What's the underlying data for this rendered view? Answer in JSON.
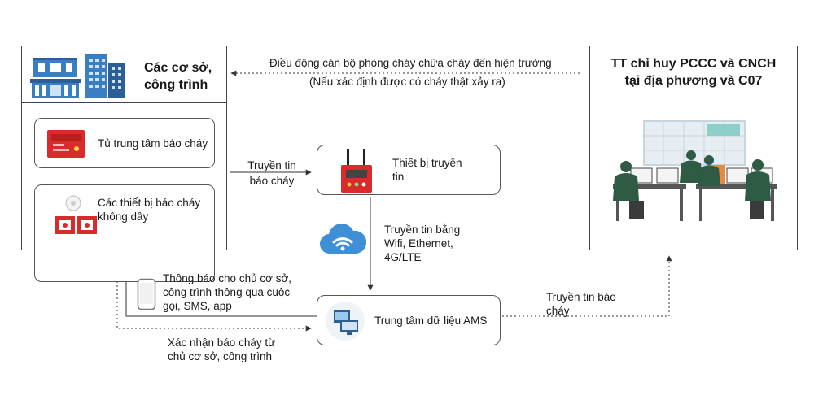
{
  "facilities": {
    "title_line1": "Các cơ sở,",
    "title_line2": "công trình",
    "panel_label": "Tủ trung tâm báo cháy",
    "wireless_label_line1": "Các thiết bị báo cháy",
    "wireless_label_line2": "không dây"
  },
  "command": {
    "title_line1": "TT chỉ huy PCCC và CNCH",
    "title_line2": "tại địa phương và C07"
  },
  "transmitter": {
    "label_line1": "Thiết bị truyền",
    "label_line2": "tin"
  },
  "ams": {
    "label": "Trung tâm dữ liệu AMS"
  },
  "flows": {
    "dispatch_line1": "Điều động cán bộ phòng cháy chữa cháy đến hiện trường",
    "dispatch_line2": "(Nếu xác định được có cháy thật xảy ra)",
    "to_transmitter_line1": "Truyền tin",
    "to_transmitter_line2": "báo cháy",
    "network_line1": "Truyền tin bằng",
    "network_line2": "Wifi, Ethernet,",
    "network_line3": "4G/LTE",
    "notify_line1": "Thông báo cho chủ cơ sở,",
    "notify_line2": "công trình thông qua cuộc",
    "notify_line3": "gọi, SMS, app",
    "confirm_line1": "Xác nhận báo cháy từ",
    "confirm_line2": "chủ cơ sở, công trình",
    "to_command_line1": "Truyền tin báo",
    "to_command_line2": "cháy"
  },
  "colors": {
    "fire_red": "#d92b2b",
    "cloud_blue": "#3f8fd6",
    "building_blue": "#3a7fc4",
    "line": "#333333"
  }
}
